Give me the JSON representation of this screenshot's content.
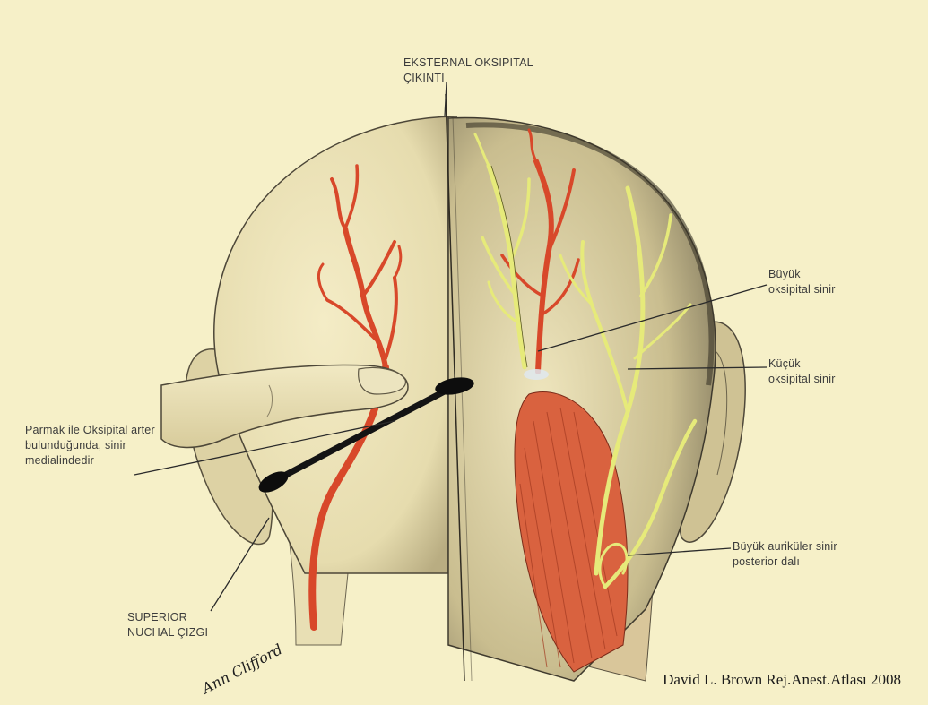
{
  "labels": {
    "external_protuberance": {
      "line1": "EKSTERNAL OKSIPITAL",
      "line2": "ÇIKINTI"
    },
    "greater_occipital": {
      "line1": "Büyük",
      "line2": "oksipital sinir"
    },
    "lesser_occipital": {
      "line1": "Küçük",
      "line2": "oksipital sinir"
    },
    "palpation_note": {
      "line1": "Parmak ile Oksipital arter",
      "line2": "bulunduğunda, sinir",
      "line3": "medialindedir"
    },
    "great_auricular": {
      "line1": "Büyük auriküler sinir",
      "line2": "posterior dalı"
    },
    "superior_nuchal": {
      "line1": "SUPERIOR",
      "line2": "NUCHAL ÇIZGI"
    }
  },
  "signature": "Ann Clifford",
  "credit": "David L. Brown Rej.Anest.Atlası 2008",
  "colors": {
    "paper": "#f6f0c8",
    "artery": "#d8482a",
    "nerve": "#e6ea7a",
    "ink": "#3c3c3c"
  }
}
